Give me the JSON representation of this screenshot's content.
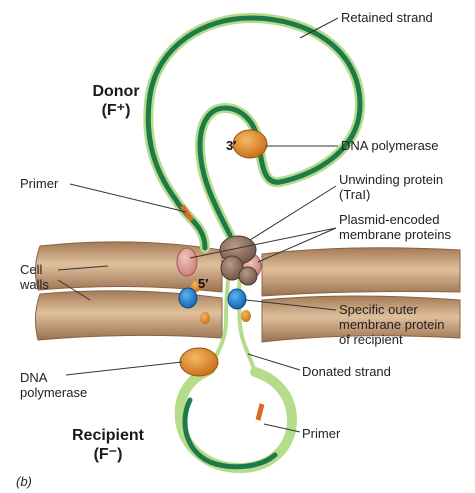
{
  "labels": {
    "retained_strand": "Retained strand",
    "donor_title": "Donor",
    "donor_type": "(F⁺)",
    "three_prime": "3′",
    "dna_polymerase_top": "DNA polymerase",
    "primer_top": "Primer",
    "unwinding_protein": "Unwinding protein",
    "unwinding_protein_name": "(TraI)",
    "plasmid_membrane_1": "Plasmid-encoded",
    "plasmid_membrane_2": "membrane proteins",
    "cell_walls_1": "Cell",
    "cell_walls_2": "walls",
    "five_prime": "5′",
    "outer_membrane_1": "Specific outer",
    "outer_membrane_2": "membrane protein",
    "outer_membrane_3": "of recipient",
    "dna_polymerase_bottom_1": "DNA",
    "dna_polymerase_bottom_2": "polymerase",
    "donated_strand": "Donated strand",
    "recipient_title": "Recipient",
    "recipient_type": "(F⁻)",
    "primer_bottom": "Primer",
    "panel": "(b)"
  },
  "colors": {
    "retained_strand": "#1f7a4a",
    "donated_strand": "#b5dc8a",
    "polymerase": "#e8922a",
    "cell_wall": "#c9a07a",
    "membrane_protein": "#e6a6a0",
    "outer_protein": "#1e78c8",
    "unwinding_protein": "#9a7a6a",
    "primer": "#e0662a"
  }
}
